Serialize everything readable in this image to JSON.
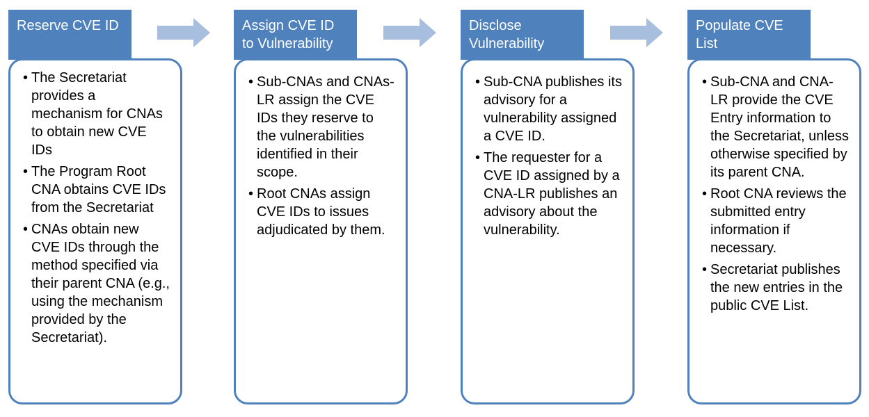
{
  "stages": [
    {
      "title": "Reserve CVE ID",
      "bullets": [
        "The Secretariat provides a mechanism for CNAs to obtain new CVE IDs",
        "The Program Root CNA obtains CVE IDs from the Secretariat",
        "CNAs obtain new CVE IDs through the method specified via their parent CNA (e.g., using the mechanism provided by the Secretariat)."
      ]
    },
    {
      "title": "Assign CVE ID\nto Vulnerability",
      "bullets": [
        "Sub-CNAs and CNAs-LR assign the CVE IDs they reserve to the vulnerabilities identified in their scope.",
        "Root CNAs assign CVE IDs to issues adjudicated by them."
      ]
    },
    {
      "title": "Disclose\nVulnerability",
      "bullets": [
        "Sub-CNA publishes its advisory for a vulnerability assigned a CVE ID.",
        "The requester for a CVE ID assigned by a CNA-LR publishes an advisory about the vulnerability."
      ]
    },
    {
      "title": "Populate CVE\nList",
      "bullets": [
        "Sub-CNA and CNA-LR provide the CVE Entry information to the Secretariat, unless otherwise specified by its parent CNA.",
        "Root CNA reviews the submitted entry information if necessary.",
        "Secretariat publishes the new entries in the public CVE List."
      ]
    }
  ],
  "bullet_symbol": "•",
  "colors": {
    "header_fill": "#4f81bd",
    "panel_border": "#4f81bd",
    "arrow_fill": "#a7bedf"
  }
}
